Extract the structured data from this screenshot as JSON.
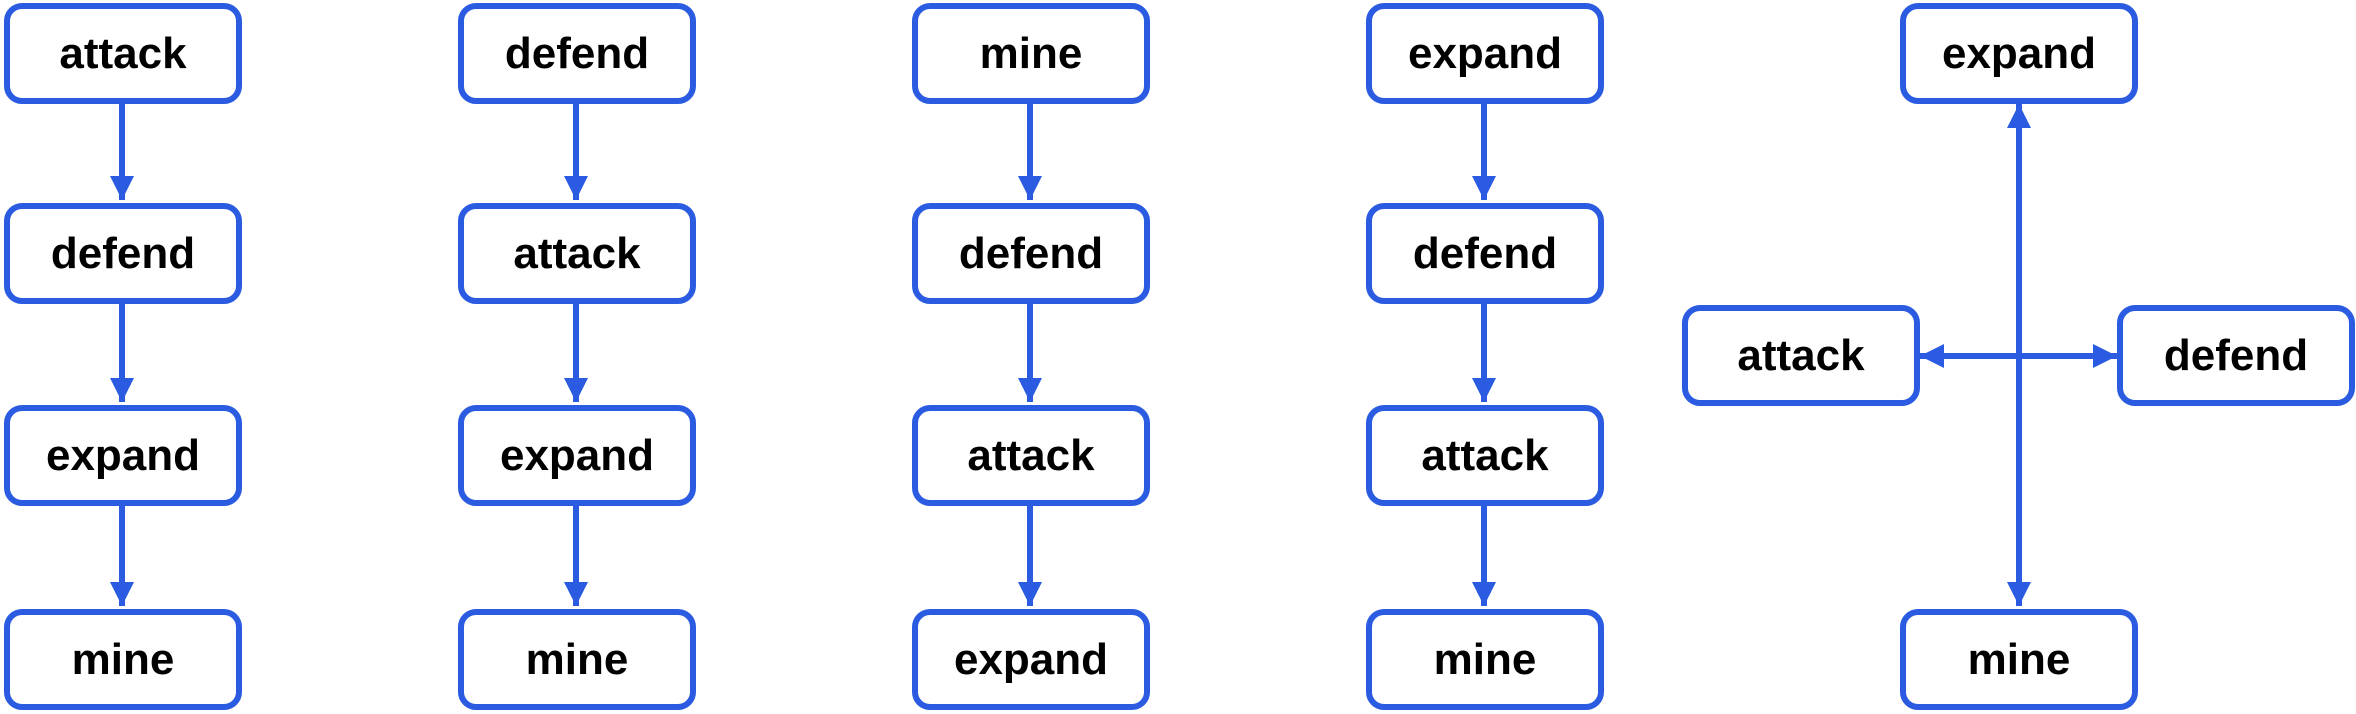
{
  "colors": {
    "stroke": "#2a5be0",
    "node_fill": "#ffffff",
    "text": "#000000"
  },
  "chains": [
    {
      "nodes": [
        "attack",
        "defend",
        "expand",
        "mine"
      ]
    },
    {
      "nodes": [
        "defend",
        "attack",
        "expand",
        "mine"
      ]
    },
    {
      "nodes": [
        "mine",
        "defend",
        "attack",
        "expand"
      ]
    },
    {
      "nodes": [
        "expand",
        "defend",
        "attack",
        "mine"
      ]
    }
  ],
  "cross": {
    "top": "expand",
    "left": "attack",
    "right": "defend",
    "bottom": "mine"
  }
}
